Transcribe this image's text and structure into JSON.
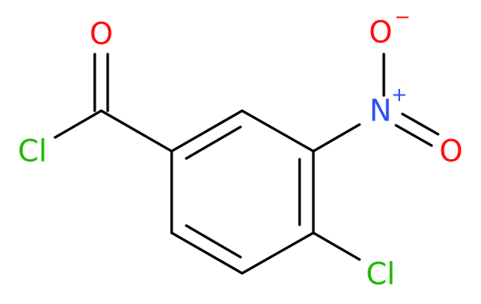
{
  "molecule": {
    "atoms": {
      "carbonyl_oxygen": {
        "symbol": "O",
        "color": "#ff0d0d"
      },
      "acyl_chlorine": {
        "symbol": "Cl",
        "color": "#1fb800"
      },
      "nitro_nitrogen": {
        "symbol": "N",
        "color": "#3050f8",
        "charge": "+"
      },
      "nitro_oxygen_top": {
        "symbol": "O",
        "color": "#ff0d0d",
        "charge": "−"
      },
      "nitro_oxygen_right": {
        "symbol": "O",
        "color": "#ff0d0d"
      },
      "ring_chlorine": {
        "symbol": "Cl",
        "color": "#1fb800"
      }
    },
    "bond_color": "#000000"
  }
}
